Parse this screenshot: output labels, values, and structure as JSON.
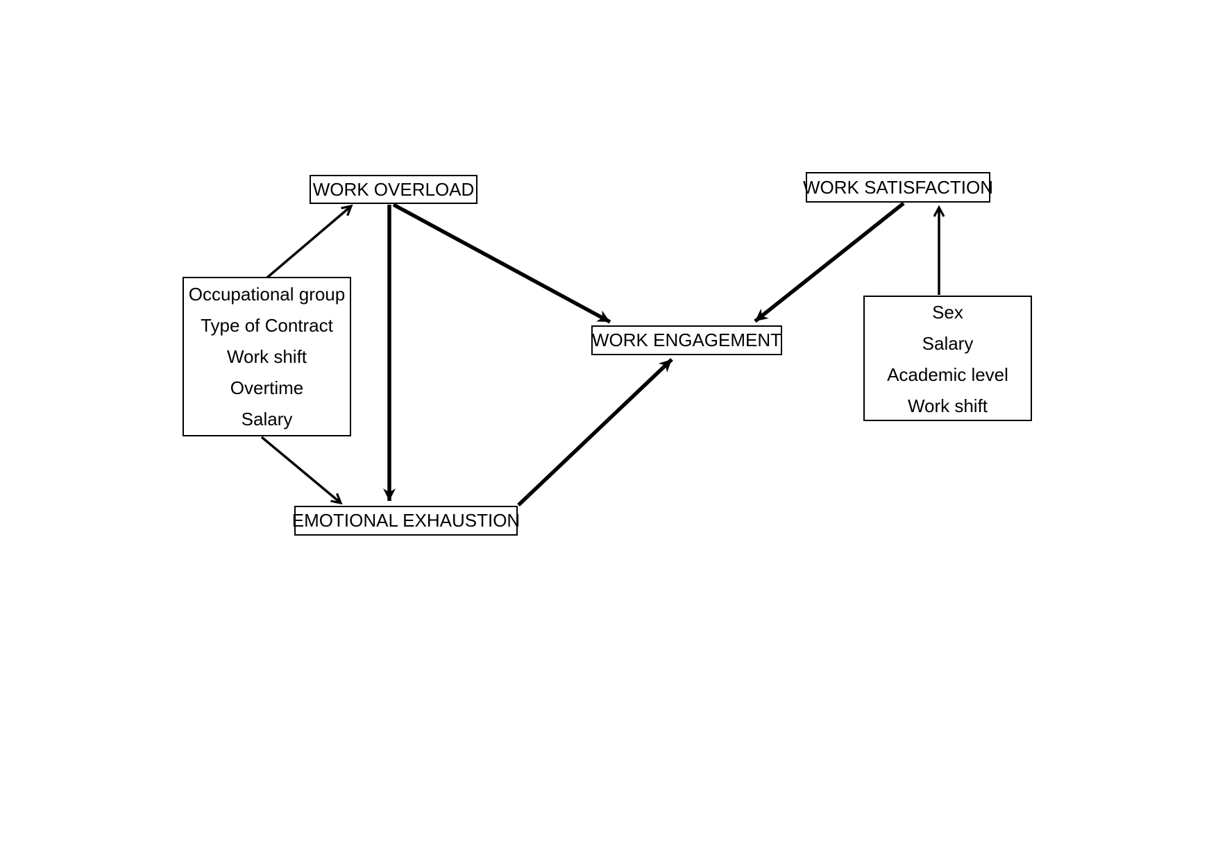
{
  "diagram": {
    "title": "Work engagement path model",
    "colors": {
      "background": "#ffffff",
      "line": "#000000",
      "box_border": "#000000",
      "box_fill": "#ffffff",
      "text": "#000000"
    },
    "nodes": {
      "work_overload": {
        "label": "WORK OVERLOAD"
      },
      "work_satisfaction": {
        "label": "WORK SATISFACTION"
      },
      "work_engagement": {
        "label": "WORK ENGAGEMENT"
      },
      "emotional_exhaustion": {
        "label": "EMOTIONAL EXHAUSTION"
      },
      "left_factors": {
        "items": [
          "Occupational group",
          "Type of Contract",
          "Work shift",
          "Overtime",
          "Salary"
        ]
      },
      "right_factors": {
        "items": [
          "Sex",
          "Salary",
          "Academic level",
          "Work shift"
        ]
      }
    },
    "edges": [
      {
        "from": "left_factors",
        "to": "work_overload",
        "style": "thin"
      },
      {
        "from": "left_factors",
        "to": "emotional_exhaustion",
        "style": "thin"
      },
      {
        "from": "work_overload",
        "to": "emotional_exhaustion",
        "style": "thick"
      },
      {
        "from": "work_overload",
        "to": "work_engagement",
        "style": "thick"
      },
      {
        "from": "emotional_exhaustion",
        "to": "work_engagement",
        "style": "thick"
      },
      {
        "from": "work_satisfaction",
        "to": "work_engagement",
        "style": "thick"
      },
      {
        "from": "right_factors",
        "to": "work_satisfaction",
        "style": "thin"
      }
    ]
  }
}
